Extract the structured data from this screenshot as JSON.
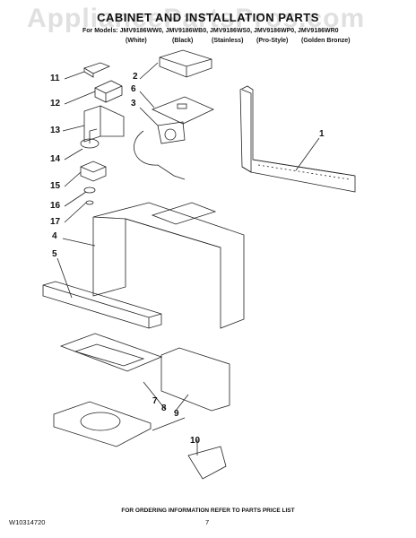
{
  "watermark": "AppliancePartsPros.com",
  "title": "CABINET AND INSTALLATION PARTS",
  "models_line": "For Models: JMV9186WW0, JMV9186WB0, JMV9186WS0, JMV9186WP0, JMV9186WR0",
  "colors": [
    "(White)",
    "(Black)",
    "(Stainless)",
    "(Pro-Style)",
    "(Golden Bronze)"
  ],
  "callouts": [
    "1",
    "2",
    "3",
    "4",
    "5",
    "6",
    "7",
    "8",
    "9",
    "10",
    "11",
    "12",
    "13",
    "14",
    "15",
    "16",
    "17"
  ],
  "footer": "FOR ORDERING INFORMATION REFER TO PARTS PRICE LIST",
  "part_number": "W10314720",
  "page_number": "7"
}
